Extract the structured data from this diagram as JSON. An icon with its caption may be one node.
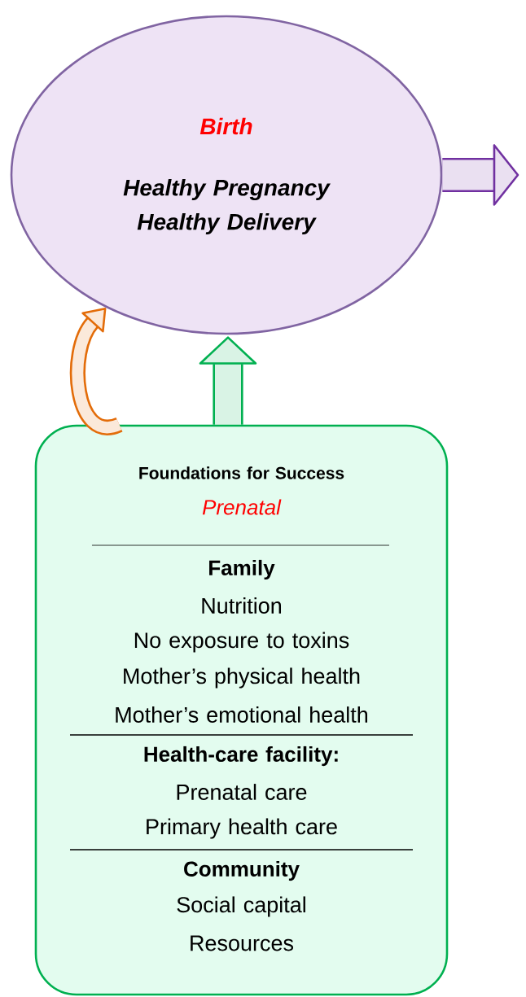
{
  "diagram": {
    "nodes": [
      {
        "text": [
          "Birth",
          "Healthy Pregnancy Healthy Delivery"
        ]
      },
      {
        "text": [
          "Foundations for Success",
          "Prenatal",
          "Family",
          "Nutrition",
          "No exposure to toxins",
          "Mother’s physical health",
          "Mother’s emotional health",
          "Health-care facility:",
          "Prenatal care",
          "Primary health care",
          "Community",
          "Social capital",
          "Resources"
        ]
      }
    ],
    "edges": [
      {
        "from": 0,
        "to": null,
        "arrow": "to",
        "color": "#7030a0"
      },
      {
        "from": 1,
        "to": 0,
        "arrow": "to",
        "color": "#e36c09"
      },
      {
        "from": 1,
        "to": 0,
        "arrow": "to",
        "color": "#00b050"
      }
    ]
  }
}
